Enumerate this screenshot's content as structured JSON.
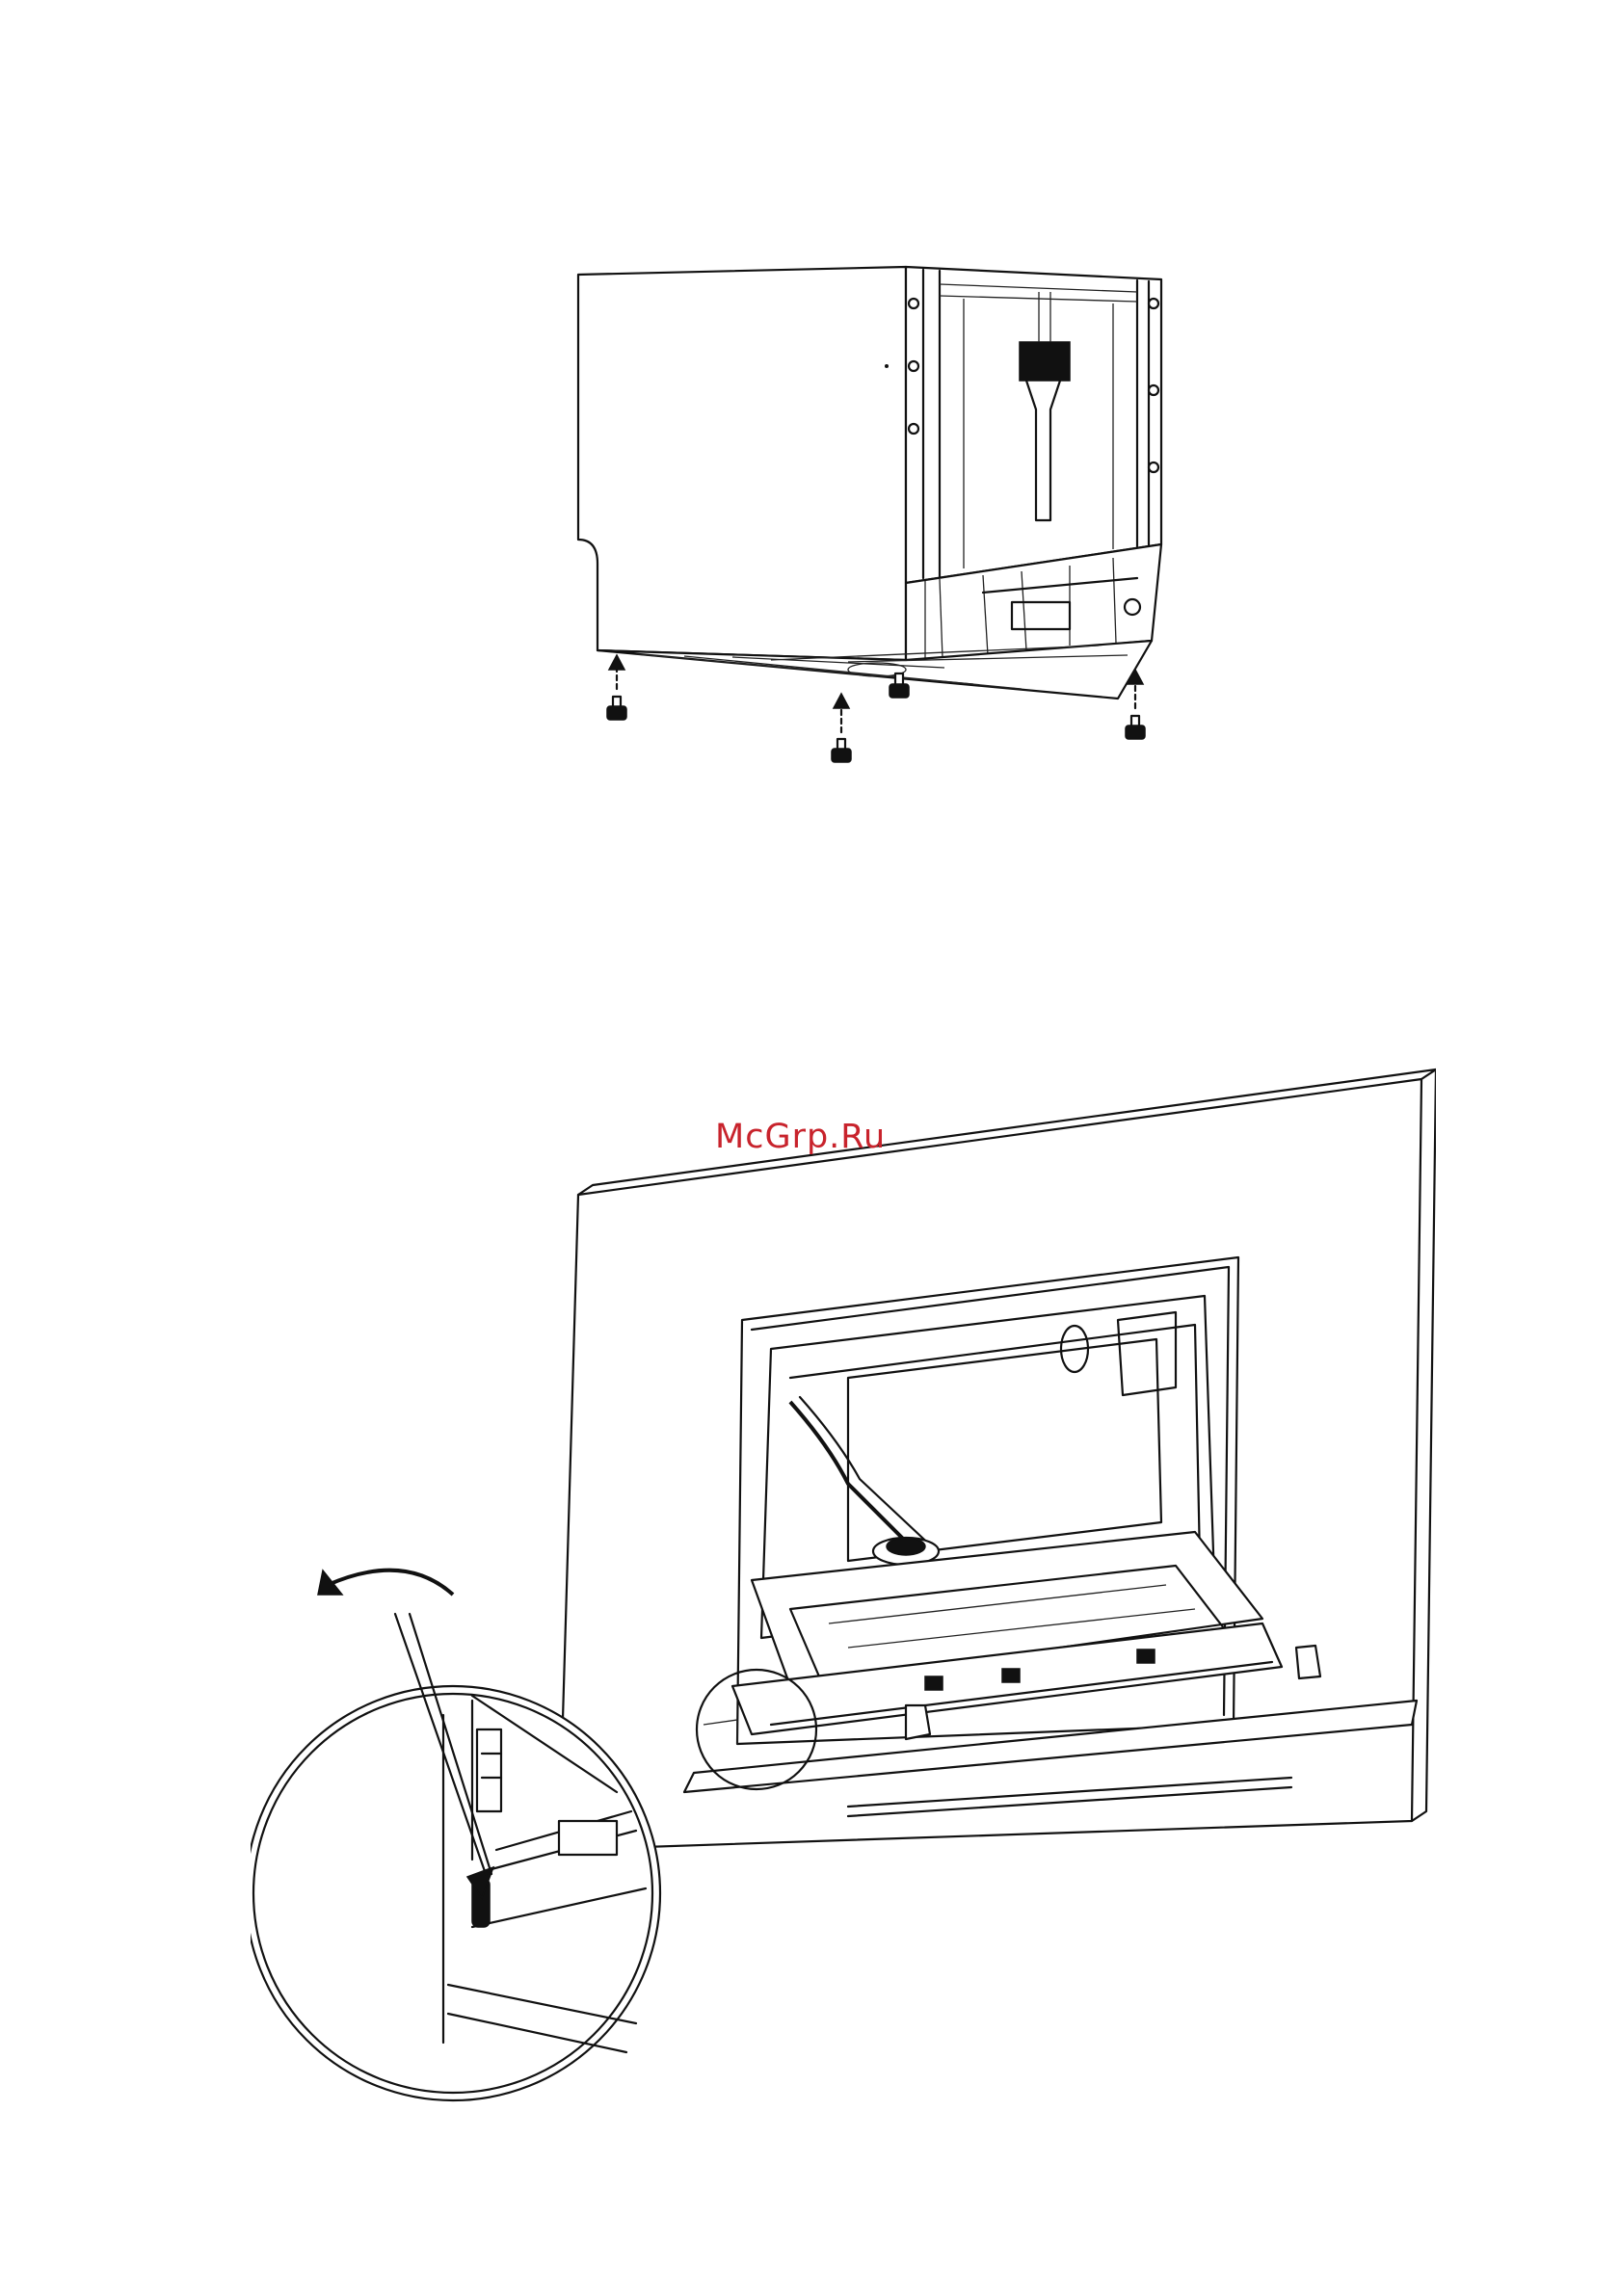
{
  "watermark": {
    "text": "McGrp.Ru",
    "color": "#c8232c"
  },
  "figures": [
    {
      "name": "dishwasher-underside-feet-figure",
      "icons": [
        "adjustable-foot-icon",
        "up-arrow-icon"
      ]
    },
    {
      "name": "dishwasher-installed-in-cabinet-figure",
      "icons": [
        "rotate-arrow-icon",
        "magnifier-detail-icon"
      ]
    }
  ]
}
